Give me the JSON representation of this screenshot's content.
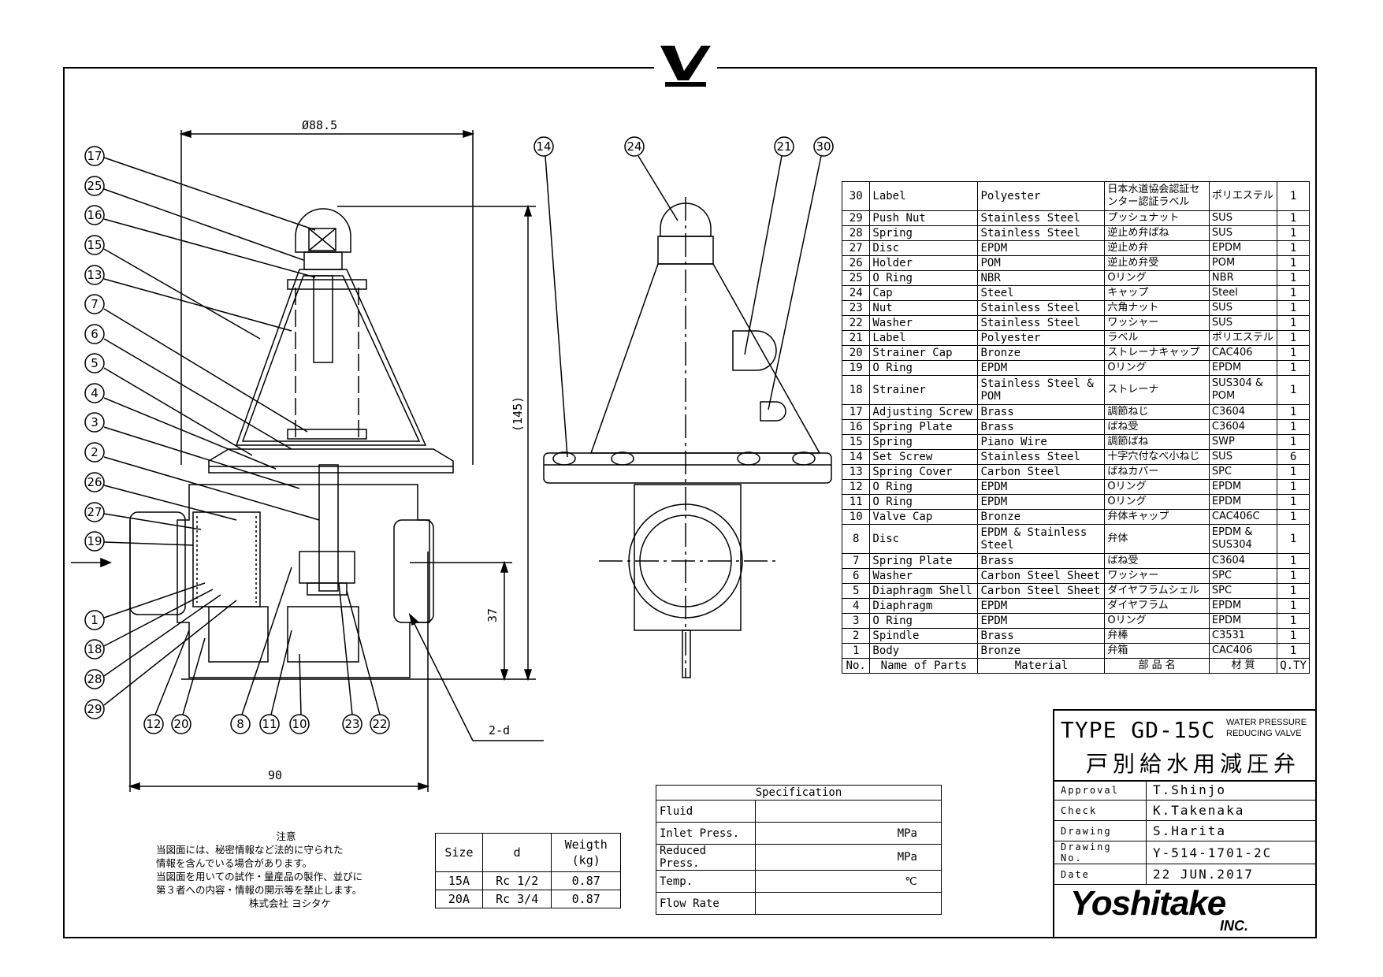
{
  "drawing": {
    "dim_diameter": "Ø88.5",
    "dim_height": "(145)",
    "dim_37": "37",
    "dim_90": "90",
    "dim_2d": "2-d",
    "balloons_left": [
      "17",
      "25",
      "16",
      "15",
      "13",
      "7",
      "6",
      "5",
      "4",
      "3",
      "2",
      "26",
      "27",
      "19",
      "1",
      "18",
      "28",
      "29"
    ],
    "balloons_bottom": [
      "12",
      "20",
      "8",
      "11",
      "10",
      "23",
      "22"
    ],
    "balloons_side": [
      "14",
      "24",
      "21",
      "30"
    ]
  },
  "parts": {
    "header": [
      "No.",
      "Name of Parts",
      "Material",
      "部 品 名",
      "材 質",
      "Q.TY"
    ],
    "rows": [
      [
        "30",
        "Label",
        "Polyester",
        "日本水道協会認証センター認証ラベル",
        "ポリエステル",
        "1"
      ],
      [
        "29",
        "Push Nut",
        "Stainless Steel",
        "プッシュナット",
        "SUS",
        "1"
      ],
      [
        "28",
        "Spring",
        "Stainless Steel",
        "逆止め弁ばね",
        "SUS",
        "1"
      ],
      [
        "27",
        "Disc",
        "EPDM",
        "逆止め弁",
        "EPDM",
        "1"
      ],
      [
        "26",
        "Holder",
        "POM",
        "逆止め弁受",
        "POM",
        "1"
      ],
      [
        "25",
        "O Ring",
        "NBR",
        "Oリング",
        "NBR",
        "1"
      ],
      [
        "24",
        "Cap",
        "Steel",
        "キャップ",
        "Steel",
        "1"
      ],
      [
        "23",
        "Nut",
        "Stainless Steel",
        "六角ナット",
        "SUS",
        "1"
      ],
      [
        "22",
        "Washer",
        "Stainless Steel",
        "ワッシャー",
        "SUS",
        "1"
      ],
      [
        "21",
        "Label",
        "Polyester",
        "ラベル",
        "ポリエステル",
        "1"
      ],
      [
        "20",
        "Strainer Cap",
        "Bronze",
        "ストレーナキャップ",
        "CAC406",
        "1"
      ],
      [
        "19",
        "O Ring",
        "EPDM",
        "Oリング",
        "EPDM",
        "1"
      ],
      [
        "18",
        "Strainer",
        "Stainless Steel & POM",
        "ストレーナ",
        "SUS304 & POM",
        "1"
      ],
      [
        "17",
        "Adjusting Screw",
        "Brass",
        "調節ねじ",
        "C3604",
        "1"
      ],
      [
        "16",
        "Spring Plate",
        "Brass",
        "ばね受",
        "C3604",
        "1"
      ],
      [
        "15",
        "Spring",
        "Piano Wire",
        "調節ばね",
        "SWP",
        "1"
      ],
      [
        "14",
        "Set Screw",
        "Stainless Steel",
        "十字穴付なべ小ねじ",
        "SUS",
        "6"
      ],
      [
        "13",
        "Spring Cover",
        "Carbon Steel",
        "ばねカバー",
        "SPC",
        "1"
      ],
      [
        "12",
        "O Ring",
        "EPDM",
        "Oリング",
        "EPDM",
        "1"
      ],
      [
        "11",
        "O Ring",
        "EPDM",
        "Oリング",
        "EPDM",
        "1"
      ],
      [
        "10",
        "Valve Cap",
        "Bronze",
        "弁体キャップ",
        "CAC406C",
        "1"
      ],
      [
        "8",
        "Disc",
        "EPDM & Stainless Steel",
        "弁体",
        "EPDM & SUS304",
        "1"
      ],
      [
        "7",
        "Spring Plate",
        "Brass",
        "ばね受",
        "C3604",
        "1"
      ],
      [
        "6",
        "Washer",
        "Carbon Steel Sheet",
        "ワッシャー",
        "SPC",
        "1"
      ],
      [
        "5",
        "Diaphragm Shell",
        "Carbon Steel Sheet",
        "ダイヤフラムシェル",
        "SPC",
        "1"
      ],
      [
        "4",
        "Diaphragm",
        "EPDM",
        "ダイヤフラム",
        "EPDM",
        "1"
      ],
      [
        "3",
        "O Ring",
        "EPDM",
        "Oリング",
        "EPDM",
        "1"
      ],
      [
        "2",
        "Spindle",
        "Brass",
        "弁棒",
        "C3531",
        "1"
      ],
      [
        "1",
        "Body",
        "Bronze",
        "弁箱",
        "CAC406",
        "1"
      ]
    ]
  },
  "title_block": {
    "type": "TYPE GD-15C",
    "type_desc_1": "WATER PRESSURE",
    "type_desc_2": "REDUCING VALVE",
    "jp_name": "戸別給水用減圧弁",
    "approval_label": "Approval",
    "approval": "T.Shinjo",
    "check_label": "Check",
    "check": "K.Takenaka",
    "drawing_label": "Drawing",
    "drawing": "S.Harita",
    "drawing_no_label": "Drawing No.",
    "drawing_no": "Y-514-1701-2C",
    "date_label": "Date",
    "date": "22 JUN.2017",
    "logo": "Yoshitake",
    "logo_inc": "INC."
  },
  "spec": {
    "title": "Specification",
    "rows": [
      {
        "k": "Fluid",
        "u": ""
      },
      {
        "k": "Inlet Press.",
        "u": "MPa"
      },
      {
        "k": "Reduced Press.",
        "u": "MPa"
      },
      {
        "k": "Temp.",
        "u": "℃"
      },
      {
        "k": "Flow Rate",
        "u": ""
      }
    ]
  },
  "size_table": {
    "h_size": "Size",
    "h_d": "d",
    "h_w1": "Weigth",
    "h_w2": "(kg)",
    "rows": [
      [
        "15A",
        "Rc 1/2",
        "0.87"
      ],
      [
        "20A",
        "Rc 3/4",
        "0.87"
      ]
    ]
  },
  "notice": {
    "title": "注意",
    "lines": [
      "当図面には、秘密情報など法的に守られた",
      "情報を含んでいる場合があります。",
      "当図面を用いての試作・量産品の製作、並びに",
      "第３者への内容・情報の開示等を禁止します。"
    ],
    "company": "株式会社 ヨシタケ"
  }
}
